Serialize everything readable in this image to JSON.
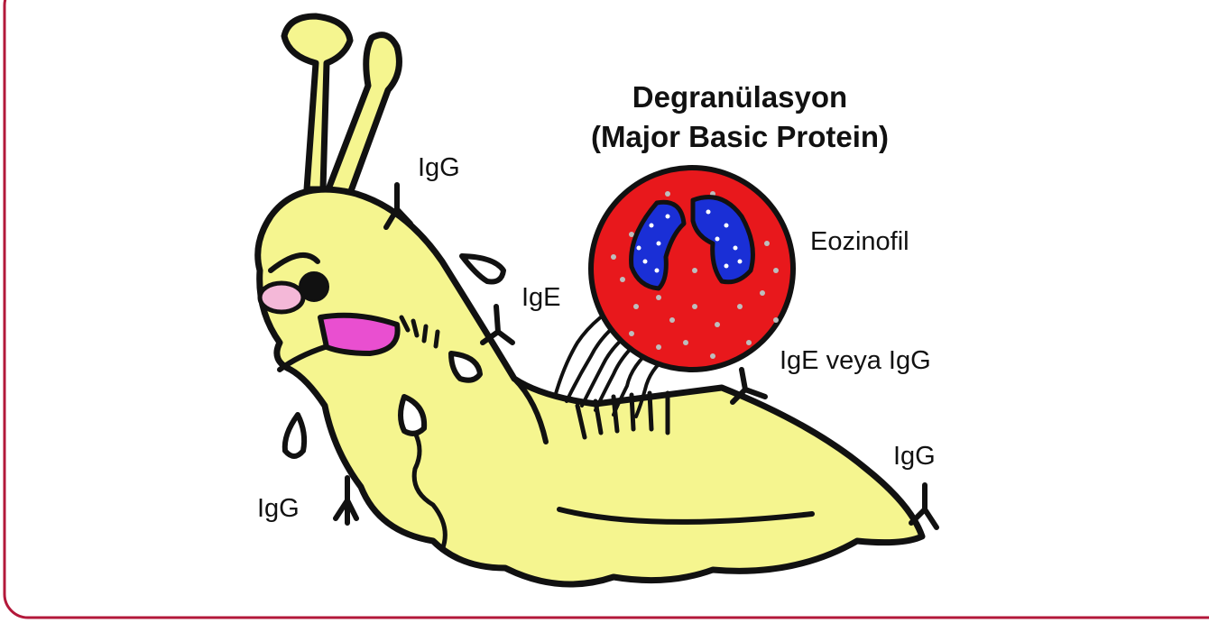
{
  "title_line1": "Degranülasyon",
  "title_line2": "(Major Basic Protein)",
  "labels": {
    "eosinophil": "Eozinofil",
    "ige_or_igg": "IgE veya IgG",
    "igg_top": "IgG",
    "ige": "IgE",
    "igg_left": "IgG",
    "igg_right": "IgG"
  },
  "colors": {
    "border": "#b3183a",
    "slug_body": "#f5f58f",
    "cell": "#e8181c",
    "nucleus": "#1a2fd6",
    "tongue": "#e94fd0"
  }
}
